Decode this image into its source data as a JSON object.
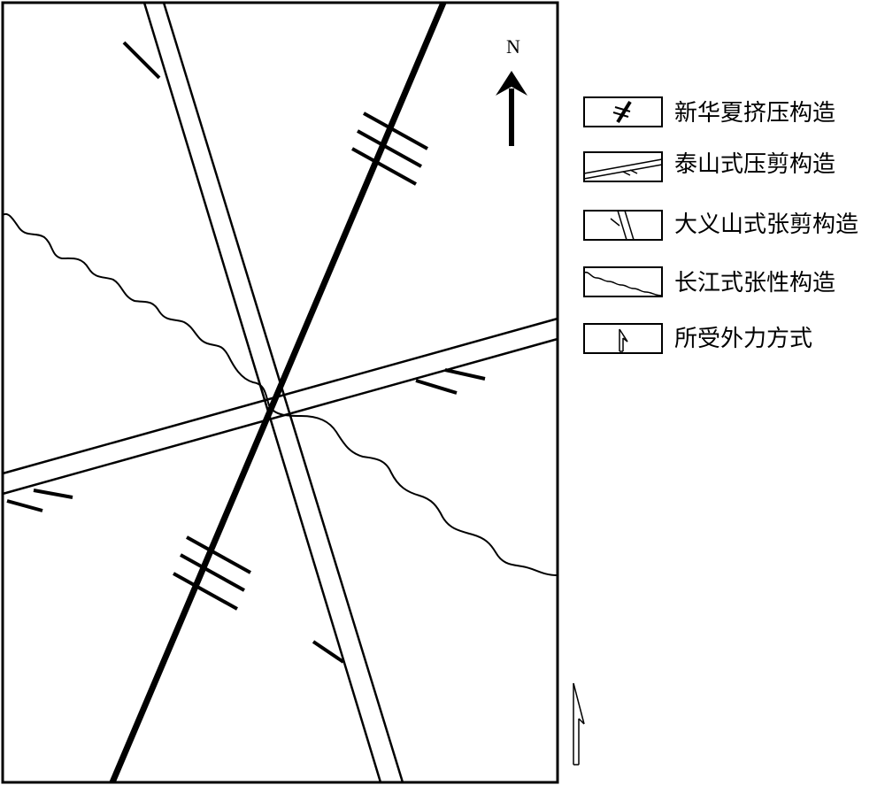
{
  "north_label": "N",
  "legend": [
    {
      "symbol": "compressive",
      "label": "新华夏挤压构造"
    },
    {
      "symbol": "compressive-shear",
      "label": "泰山式压剪构造"
    },
    {
      "symbol": "tensile-shear",
      "label": "大义山式张剪构造"
    },
    {
      "symbol": "tensile",
      "label": "长江式张性构造"
    },
    {
      "symbol": "force",
      "label": "所受外力方式"
    }
  ],
  "icons": [
    "north-arrow-icon",
    "external-force-arrow-icon"
  ],
  "colors": {
    "stroke": "#000000",
    "background": "#ffffff"
  }
}
